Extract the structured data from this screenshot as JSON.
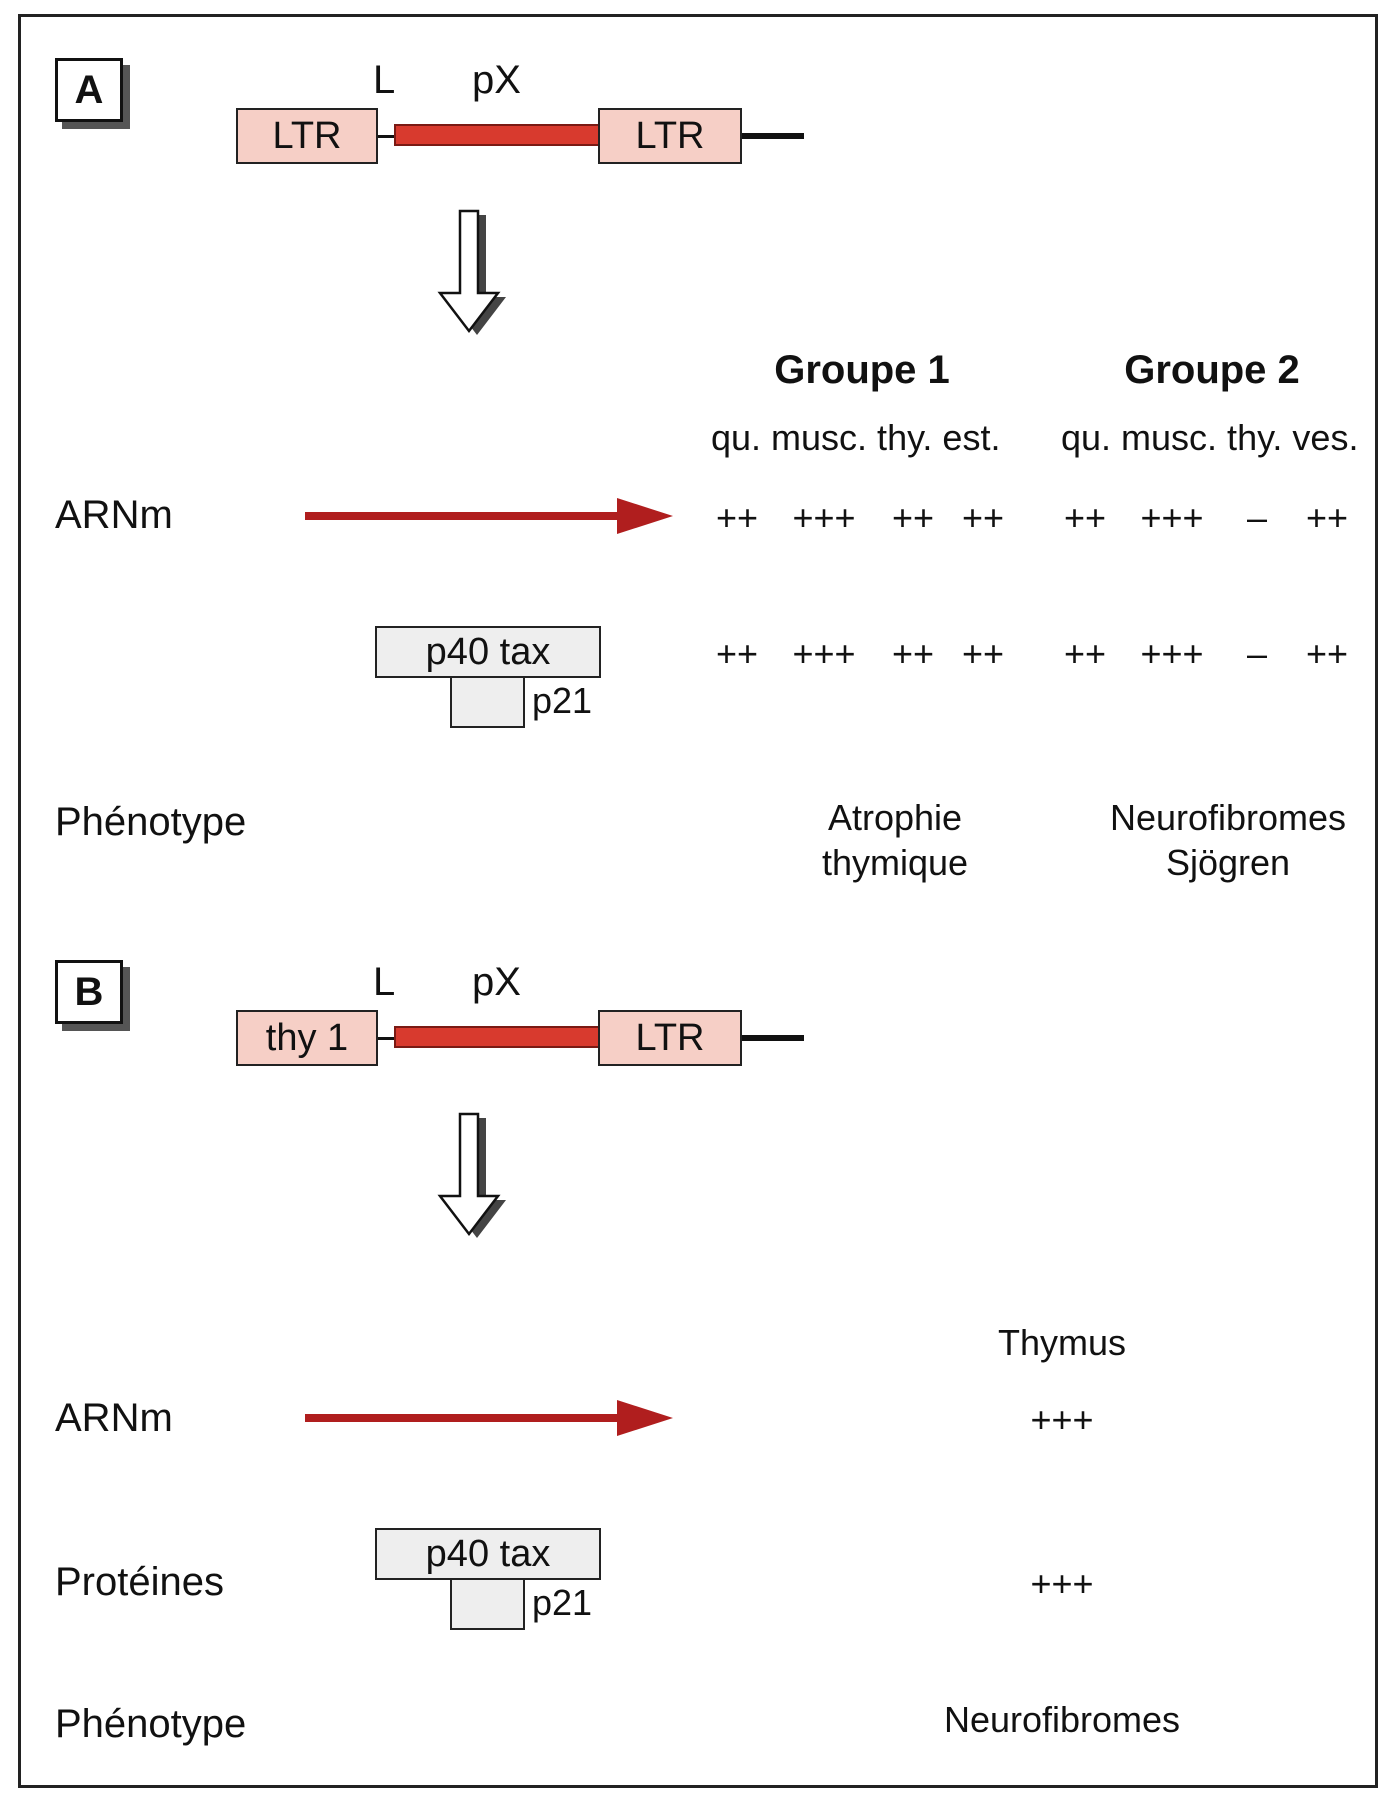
{
  "panel_a": {
    "tag": "A",
    "construct": {
      "left_box": "LTR",
      "right_box": "LTR",
      "label_l": "L",
      "label_px": "pX"
    },
    "group1": {
      "title": "Groupe 1",
      "tissues": "qu. musc. thy. est."
    },
    "group2": {
      "title": "Groupe 2",
      "tissues": "qu. musc. thy. ves."
    },
    "rows": {
      "arnm_label": "ARNm",
      "arnm_values": [
        "++",
        "+++",
        "++",
        "++",
        "++",
        "+++",
        "–",
        "++"
      ],
      "protein_box": "p40 tax",
      "protein_sub": "p21",
      "protein_values": [
        "++",
        "+++",
        "++",
        "++",
        "++",
        "+++",
        "–",
        "++"
      ],
      "phenotype_label": "Phénotype",
      "phenotype_g1": [
        "Atrophie",
        "thymique"
      ],
      "phenotype_g2": [
        "Neurofibromes",
        "Sjögren"
      ]
    }
  },
  "panel_b": {
    "tag": "B",
    "construct": {
      "left_box": "thy 1",
      "right_box": "LTR",
      "label_l": "L",
      "label_px": "pX"
    },
    "column_title": "Thymus",
    "rows": {
      "arnm_label": "ARNm",
      "arnm_value": "+++",
      "protein_label": "Protéines",
      "protein_box": "p40 tax",
      "protein_sub": "p21",
      "protein_value": "+++",
      "phenotype_label": "Phénotype",
      "phenotype_value": "Neurofibromes"
    }
  },
  "colors": {
    "red": "#d83a2e",
    "dark_red": "#b01e1e",
    "pink": "#f6cfc6",
    "grey_box": "#eeeeee"
  }
}
